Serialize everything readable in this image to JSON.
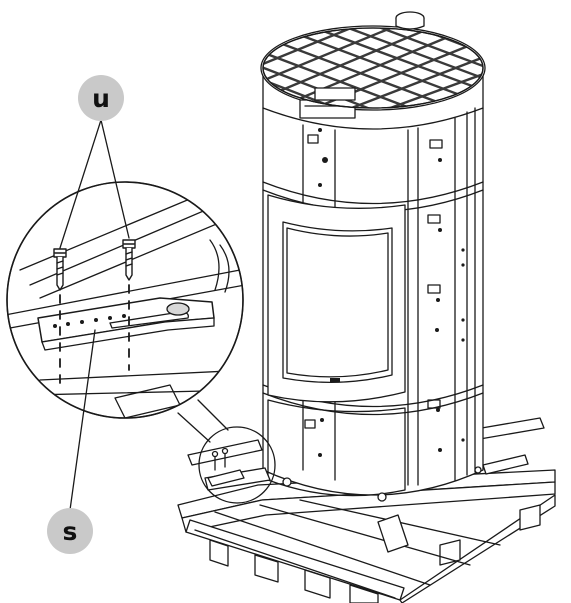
{
  "labels": {
    "u": "u",
    "s": "s"
  },
  "colors": {
    "line": "#1a1a1a",
    "label_bg": "#c9c9c9",
    "grate": "#3a3a3a"
  },
  "icons": {
    "main": "pellet-stove-on-pallet",
    "detail": "magnifier-detail-circle"
  }
}
